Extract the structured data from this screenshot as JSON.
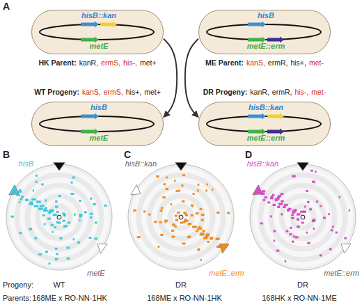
{
  "diagram": {
    "nodes": [
      {
        "text": [
          "hisB::kan",
          "metE"
        ]
      },
      {
        "text": [
          "hisB",
          "metE::erm"
        ]
      },
      {
        "text": [
          "hisB",
          "metE"
        ]
      },
      {
        "text": [
          "hisB::kan",
          "metE::erm"
        ]
      }
    ],
    "edges": [
      {
        "from": 0,
        "to": 2,
        "arrow": "to"
      },
      {
        "from": 1,
        "to": 3,
        "arrow": "to"
      }
    ],
    "labels": [
      "A",
      "HK Parent:",
      "kanR,",
      "ermS,",
      "his-,",
      "met+",
      "ME Parent:",
      "kanS,",
      "ermR,",
      "his+,",
      "met-",
      "WT Progeny:",
      "kanS,",
      "ermS,",
      "his+,",
      "met+",
      "DR Progeny:",
      "kanR,",
      "ermR,",
      "his-,",
      "met-",
      "B",
      "C",
      "D",
      "hisB",
      "metE",
      "hisB::kan",
      "metE::erm",
      "hisB::kan",
      "metE::erm",
      "Progeny:",
      "WT",
      "DR",
      "DR",
      "Parents:",
      "168ME x RO-NN-1HK",
      "168ME x RO-NN-1HK",
      "168HK x RO-NN-1ME"
    ]
  }
}
